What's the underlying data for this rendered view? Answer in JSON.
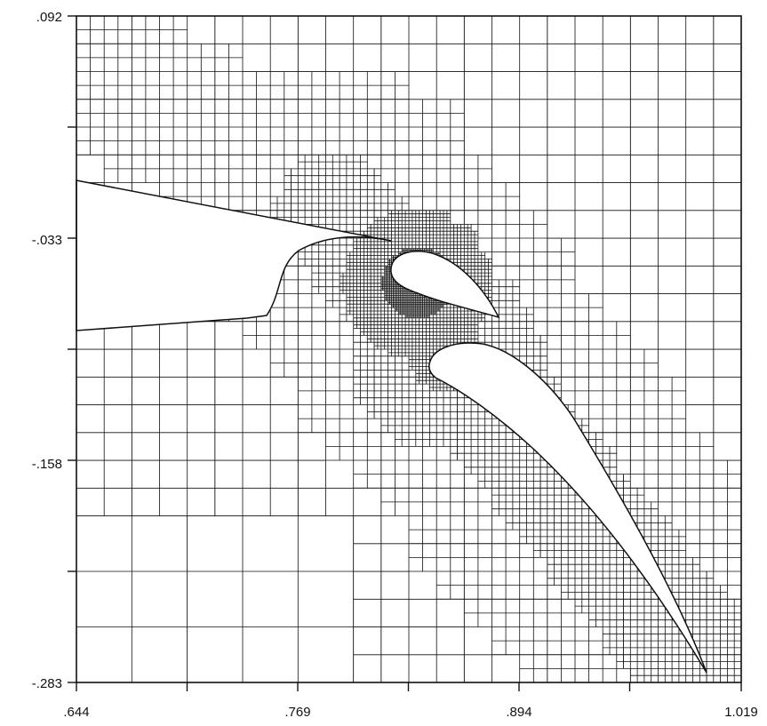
{
  "chart_data": {
    "type": "diagram",
    "title": "",
    "xlabel": "",
    "ylabel": "",
    "xlim": [
      0.644,
      1.019
    ],
    "ylim": [
      -0.283,
      0.092
    ],
    "x_tick_labels": [
      ".644",
      ".769",
      ".894",
      "1.019"
    ],
    "y_tick_labels": [
      ".092",
      "-.033",
      "-.158",
      "-.283"
    ],
    "grid_description": "adaptive Cartesian mesh refined around a multi-element airfoil (slat, main element and flap)"
  },
  "colors": {
    "ink": "#111111",
    "background": "#ffffff"
  }
}
